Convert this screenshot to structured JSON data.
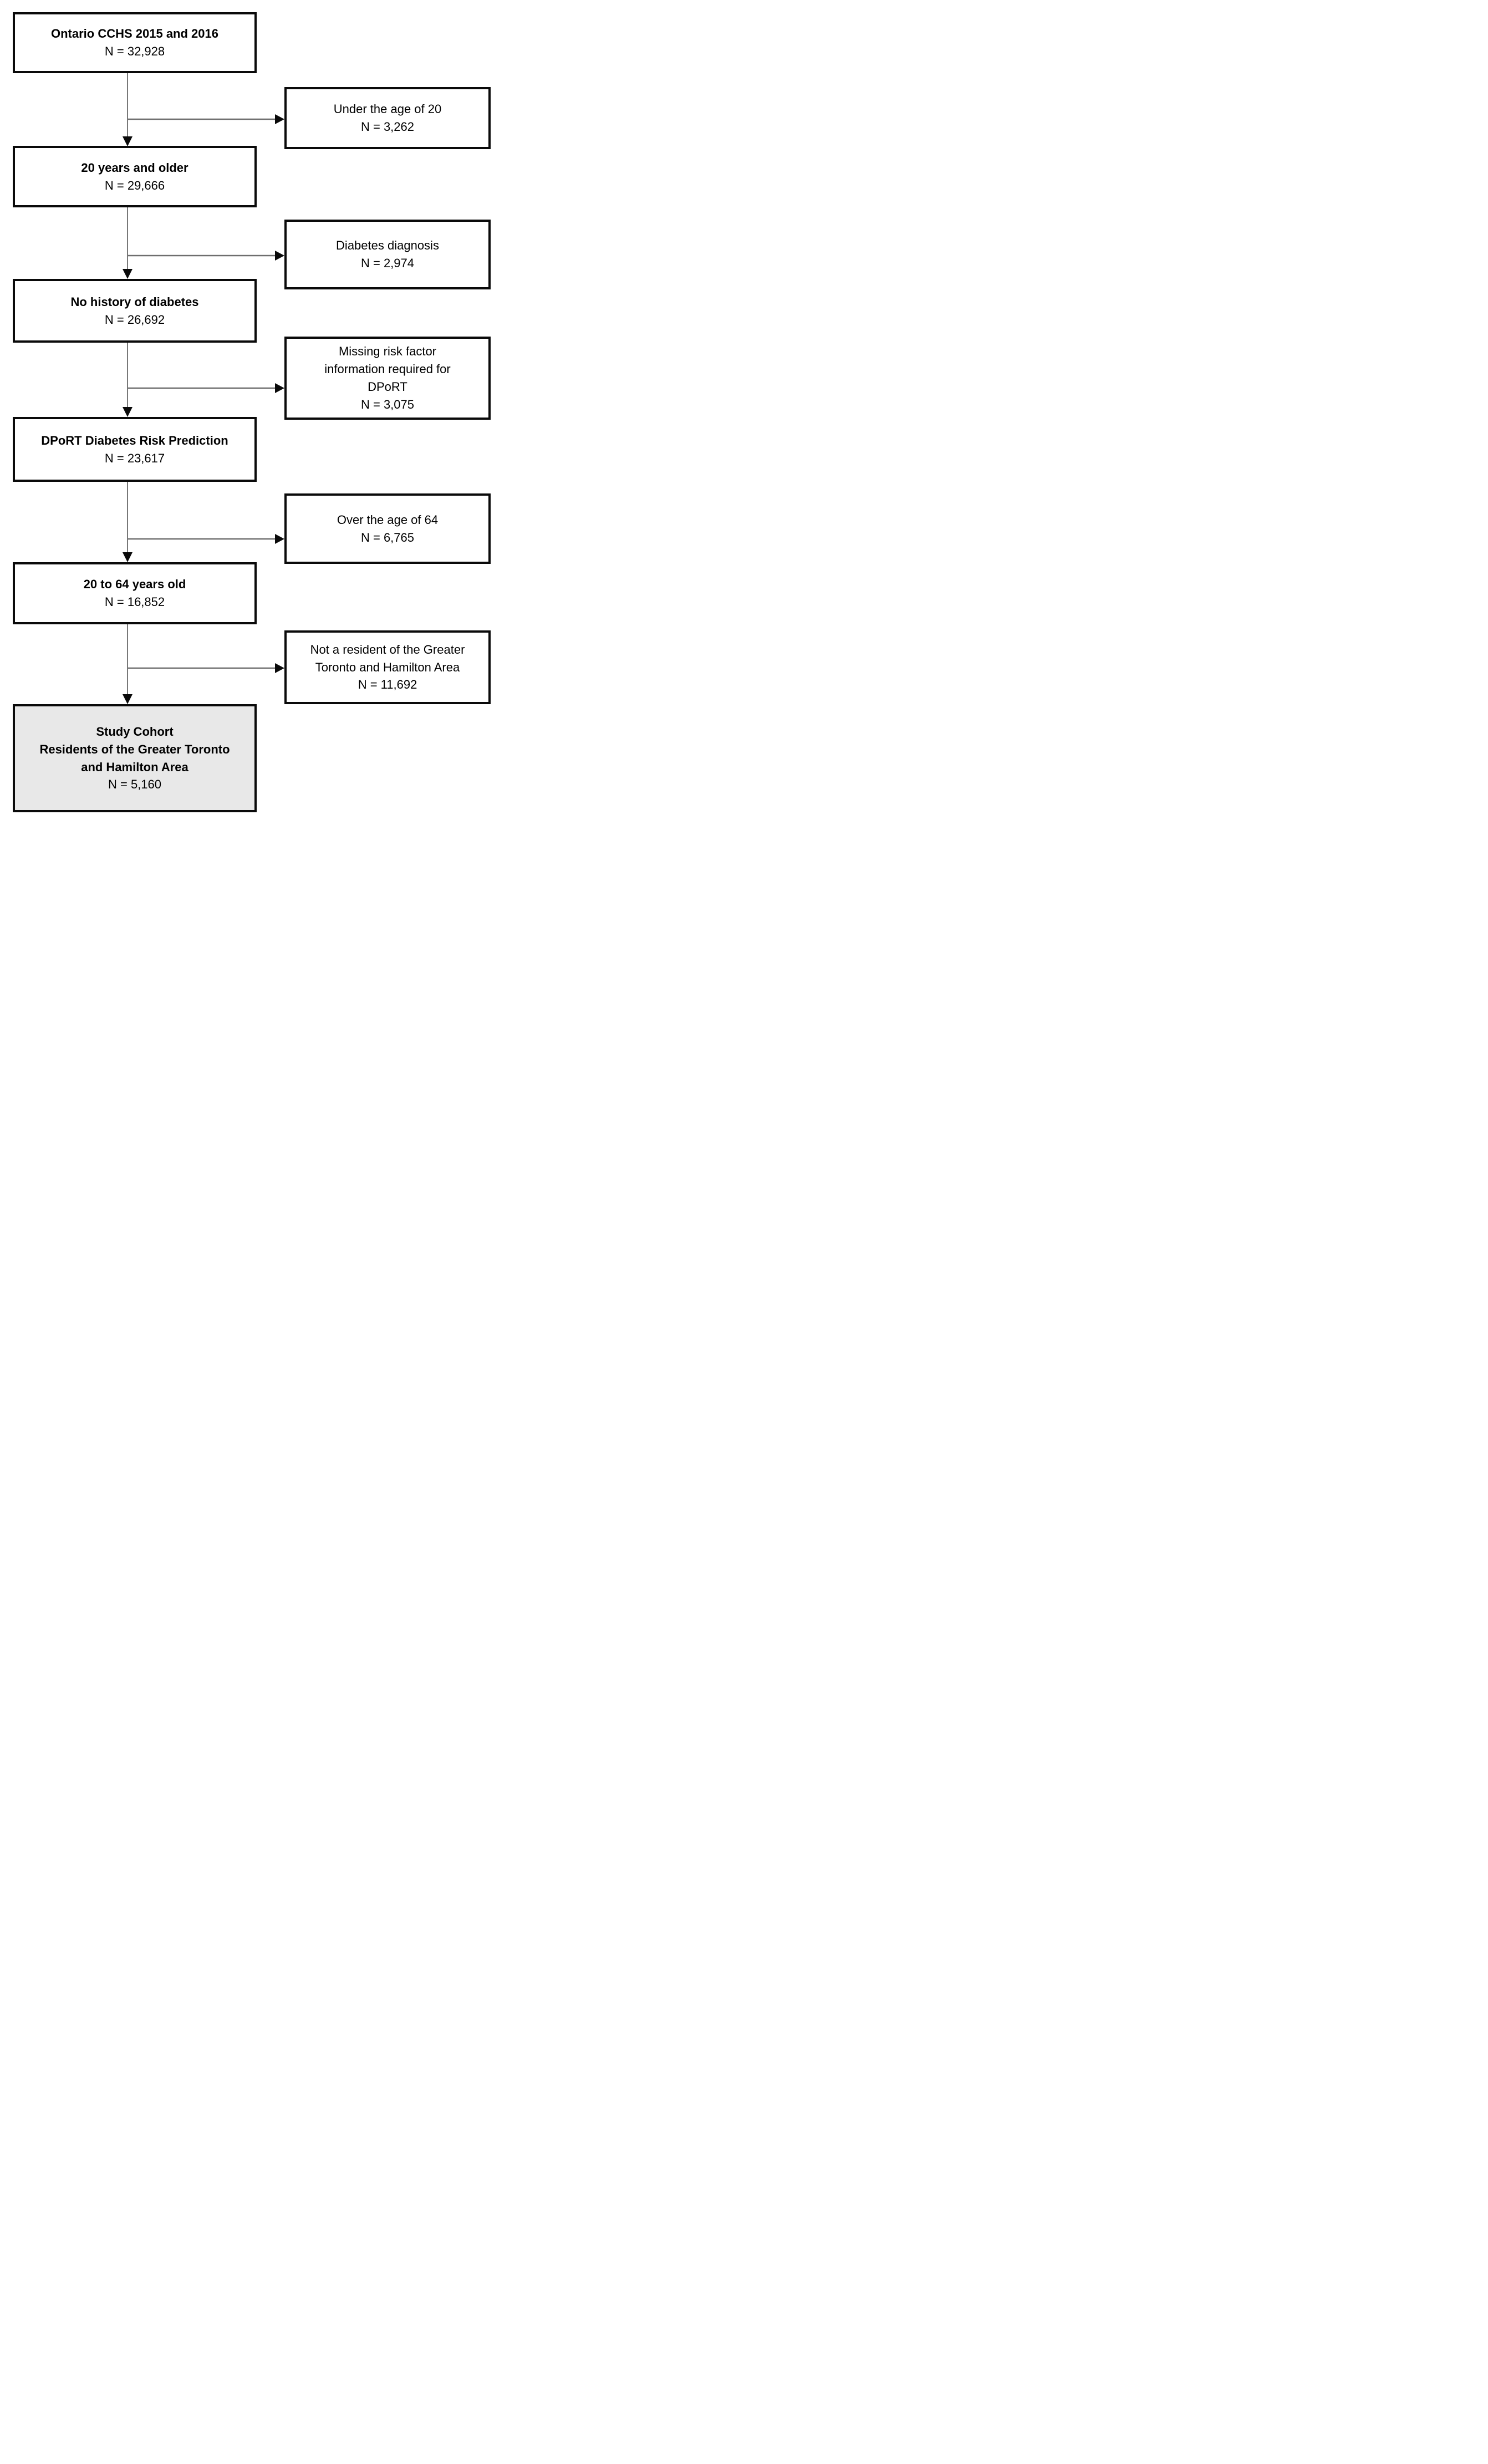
{
  "flow": {
    "steps": [
      {
        "title": "Ontario CCHS 2015 and 2016",
        "n": "N = 32,928"
      },
      {
        "title": "20 years and older",
        "n": "N = 29,666"
      },
      {
        "title": "No history of diabetes",
        "n": "N = 26,692"
      },
      {
        "title": "DPoRT Diabetes Risk Prediction",
        "n": "N = 23,617"
      },
      {
        "title": "20 to 64 years old",
        "n": "N = 16,852"
      },
      {
        "title": "Study Cohort\nResidents of the Greater Toronto\nand Hamilton Area",
        "n": "N = 5,160",
        "highlighted": true
      }
    ],
    "exclusions": [
      {
        "title": "Under the age of 20",
        "n": "N = 3,262"
      },
      {
        "title": "Diabetes diagnosis",
        "n": "N = 2,974"
      },
      {
        "title": "Missing risk factor\ninformation required for\nDPoRT",
        "n": "N = 3,075"
      },
      {
        "title": "Over the age of 64",
        "n": "N = 6,765"
      },
      {
        "title": "Not a resident of the Greater\nToronto and Hamilton Area",
        "n": "N = 11,692"
      }
    ]
  },
  "colors": {
    "box_border": "#0a0a0a",
    "box_fill": "#ffffff",
    "highlight_fill": "#e8e8e8",
    "connector_line": "#4a4a4a",
    "arrowhead": "#0a0a0a",
    "text": "#000000"
  }
}
